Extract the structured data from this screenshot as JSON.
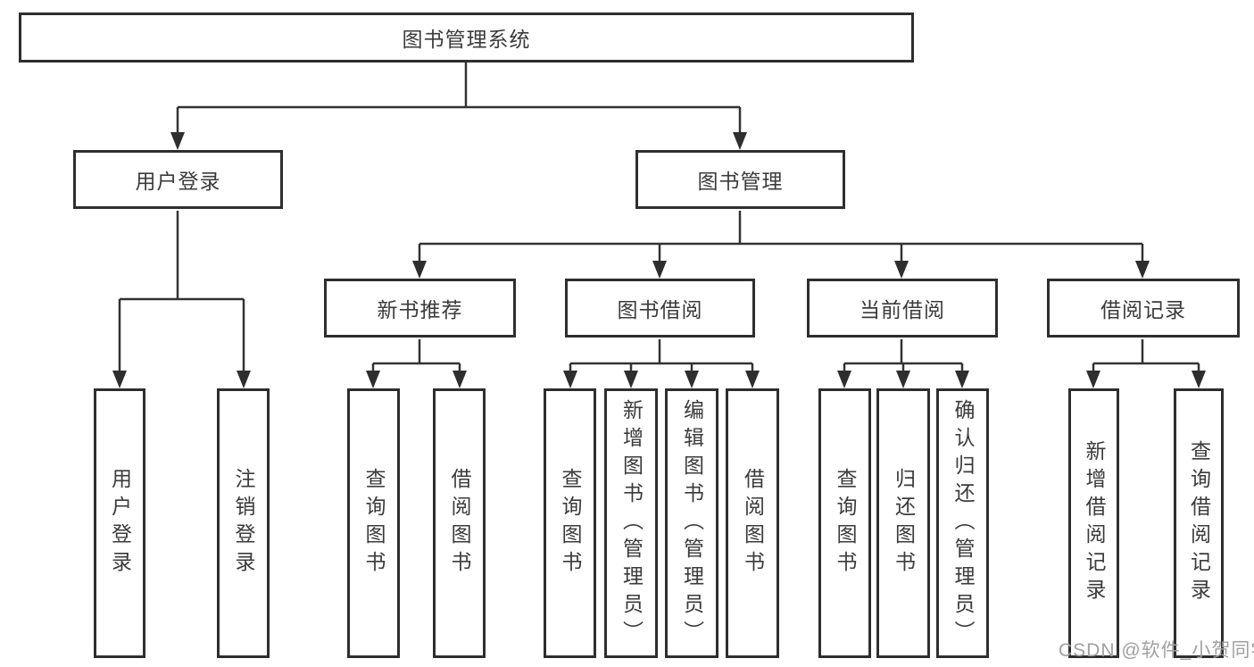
{
  "diagram": {
    "root": {
      "label": "图书管理系统"
    },
    "branches": [
      {
        "label": "用户登录",
        "children": [
          {
            "label": "用户登录"
          },
          {
            "label": "注销登录"
          }
        ]
      },
      {
        "label": "图书管理",
        "children": [
          {
            "label": "新书推荐",
            "children": [
              {
                "label": "查询图书"
              },
              {
                "label": "借阅图书"
              }
            ]
          },
          {
            "label": "图书借阅",
            "children": [
              {
                "label": "查询图书"
              },
              {
                "label": "新增图书（管理员）"
              },
              {
                "label": "编辑图书（管理员）"
              },
              {
                "label": "借阅图书"
              }
            ]
          },
          {
            "label": "当前借阅",
            "children": [
              {
                "label": "查询图书"
              },
              {
                "label": "归还图书"
              },
              {
                "label": "确认归还（管理员）"
              }
            ]
          },
          {
            "label": "借阅记录",
            "children": [
              {
                "label": "新增借阅记录"
              },
              {
                "label": "查询借阅记录"
              }
            ]
          }
        ]
      }
    ]
  },
  "watermark": {
    "text": "CSDN @软件_小贺同学"
  },
  "colors": {
    "background": "#ffffff",
    "line": "#333333",
    "box_border": "#2e2e2e",
    "text": "#3b3b3b",
    "watermark_text": "#a0a0a0"
  }
}
